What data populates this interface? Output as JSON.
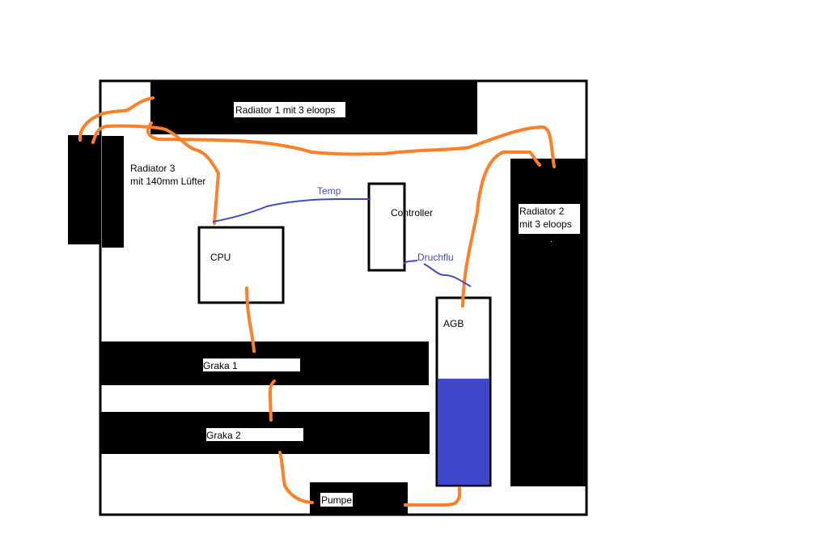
{
  "diagram": {
    "title": "Wasserkühlung Schema",
    "colors": {
      "case_outline": "#000000",
      "component_fill": "#000000",
      "label_bg": "#ffffff",
      "tubing": "#ff7f27",
      "signal_wire": "#3f48cc",
      "coolant": "#3f48cc",
      "background": "#ffffff"
    },
    "components": {
      "radiator1": {
        "label": "Radiator 1 mit 3 eloops"
      },
      "radiator2": {
        "line1": "Radiator 2",
        "line2": "mit 3 eloops"
      },
      "radiator3": {
        "line1": "Radiator 3",
        "line2": "mit 140mm Lüfter"
      },
      "cpu": {
        "label": "CPU"
      },
      "controller": {
        "label": "Controller"
      },
      "agb": {
        "label": "AGB",
        "fill_level": 0.57
      },
      "graka1": {
        "label": "Graka 1"
      },
      "graka2": {
        "label": "Graka 2"
      },
      "pumpe": {
        "label": "Pumpe"
      }
    },
    "signals": {
      "temp": {
        "label": "Temp",
        "from": "controller",
        "to": "cpu"
      },
      "flow": {
        "label": "Druchflu",
        "from": "controller",
        "to": "agb"
      }
    },
    "tubing_connections": [
      {
        "from": "radiator3",
        "to": "radiator1"
      },
      {
        "from": "radiator3",
        "to": "cpu"
      },
      {
        "from": "radiator1",
        "to": "radiator2"
      },
      {
        "from": "radiator2",
        "to": "agb"
      },
      {
        "from": "cpu",
        "to": "graka1"
      },
      {
        "from": "graka1",
        "to": "graka2"
      },
      {
        "from": "graka2",
        "to": "pumpe"
      },
      {
        "from": "agb",
        "to": "pumpe"
      }
    ]
  }
}
